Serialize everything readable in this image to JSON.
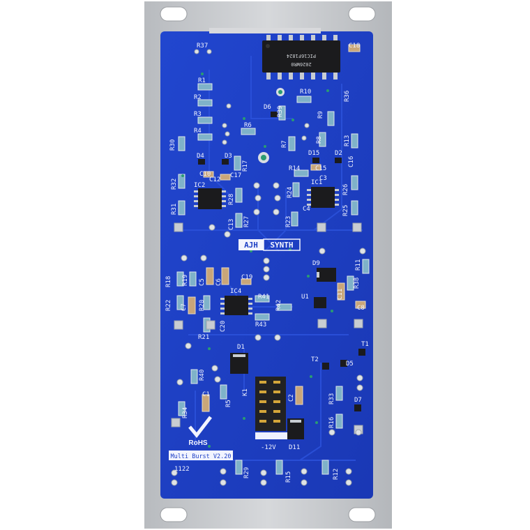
{
  "colors": {
    "panel": "#c9cbce",
    "pcb": "#1d3fc4",
    "pcb_dark": "#1533a8",
    "silkscreen": "#f2f4ff",
    "chip": "#1b1b1d",
    "resistor": "#7fb2c9",
    "solder": "#c8cdd2"
  },
  "board": {
    "brand_left": "AJH",
    "brand_right": "SYNTH",
    "chip_marking_1": "PIC16F1824",
    "chip_marking_2": "2026WR0",
    "rohs": "RoHS",
    "model": "Multi Burst V2.20",
    "date_code": "1122",
    "power_label": "-12V"
  },
  "labels": [
    {
      "id": "R37",
      "t": "R37"
    },
    {
      "id": "C18",
      "t": "C18"
    },
    {
      "id": "R1",
      "t": "R1"
    },
    {
      "id": "R2",
      "t": "R2"
    },
    {
      "id": "R3",
      "t": "R3"
    },
    {
      "id": "R4",
      "t": "R4"
    },
    {
      "id": "R10",
      "t": "R10"
    },
    {
      "id": "R36",
      "t": "R36"
    },
    {
      "id": "D6",
      "t": "D6"
    },
    {
      "id": "R39",
      "t": "R39"
    },
    {
      "id": "R9",
      "t": "R9"
    },
    {
      "id": "R6",
      "t": "R6"
    },
    {
      "id": "R7",
      "t": "R7"
    },
    {
      "id": "R8",
      "t": "R8"
    },
    {
      "id": "R13",
      "t": "R13"
    },
    {
      "id": "R30",
      "t": "R30"
    },
    {
      "id": "D4",
      "t": "D4"
    },
    {
      "id": "D3",
      "t": "D3"
    },
    {
      "id": "R17",
      "t": "R17"
    },
    {
      "id": "D15",
      "t": "D15"
    },
    {
      "id": "D2",
      "t": "D2"
    },
    {
      "id": "C16",
      "t": "C16"
    },
    {
      "id": "C10",
      "t": "C10"
    },
    {
      "id": "C12",
      "t": "C12"
    },
    {
      "id": "C17",
      "t": "C17"
    },
    {
      "id": "R14",
      "t": "R14"
    },
    {
      "id": "C15",
      "t": "C15"
    },
    {
      "id": "C3",
      "t": "C3"
    },
    {
      "id": "R32",
      "t": "R32"
    },
    {
      "id": "IC2",
      "t": "IC2"
    },
    {
      "id": "R28",
      "t": "R28"
    },
    {
      "id": "R24",
      "t": "R24"
    },
    {
      "id": "IC1",
      "t": "IC1"
    },
    {
      "id": "R26",
      "t": "R26"
    },
    {
      "id": "R31",
      "t": "R31"
    },
    {
      "id": "C4",
      "t": "C4"
    },
    {
      "id": "R25",
      "t": "R25"
    },
    {
      "id": "C13",
      "t": "C13"
    },
    {
      "id": "R27",
      "t": "R27"
    },
    {
      "id": "R23",
      "t": "R23"
    },
    {
      "id": "D9",
      "t": "D9"
    },
    {
      "id": "R11",
      "t": "R11"
    },
    {
      "id": "R18",
      "t": "R18"
    },
    {
      "id": "R19",
      "t": "R19"
    },
    {
      "id": "C5",
      "t": "C5"
    },
    {
      "id": "C6",
      "t": "C6"
    },
    {
      "id": "C19",
      "t": "C19"
    },
    {
      "id": "R38",
      "t": "R38"
    },
    {
      "id": "C11",
      "t": "C11"
    },
    {
      "id": "IC4",
      "t": "IC4"
    },
    {
      "id": "U1",
      "t": "U1"
    },
    {
      "id": "R22",
      "t": "R22"
    },
    {
      "id": "C7",
      "t": "C7"
    },
    {
      "id": "R20",
      "t": "R20"
    },
    {
      "id": "R41",
      "t": "R41"
    },
    {
      "id": "R42",
      "t": "R42"
    },
    {
      "id": "C8",
      "t": "C8"
    },
    {
      "id": "C20",
      "t": "C20"
    },
    {
      "id": "R43",
      "t": "R43"
    },
    {
      "id": "R21",
      "t": "R21"
    },
    {
      "id": "D1",
      "t": "D1"
    },
    {
      "id": "T1",
      "t": "T1"
    },
    {
      "id": "T2",
      "t": "T2"
    },
    {
      "id": "D5",
      "t": "D5"
    },
    {
      "id": "R40",
      "t": "R40"
    },
    {
      "id": "K1",
      "t": "K1"
    },
    {
      "id": "C1",
      "t": "C1"
    },
    {
      "id": "R5",
      "t": "R5"
    },
    {
      "id": "C2",
      "t": "C2"
    },
    {
      "id": "R33",
      "t": "R33"
    },
    {
      "id": "D7",
      "t": "D7"
    },
    {
      "id": "R34",
      "t": "R34"
    },
    {
      "id": "R16",
      "t": "R16"
    },
    {
      "id": "D11",
      "t": "D11"
    },
    {
      "id": "R29",
      "t": "R29"
    },
    {
      "id": "R15",
      "t": "R15"
    },
    {
      "id": "R12",
      "t": "R12"
    }
  ]
}
